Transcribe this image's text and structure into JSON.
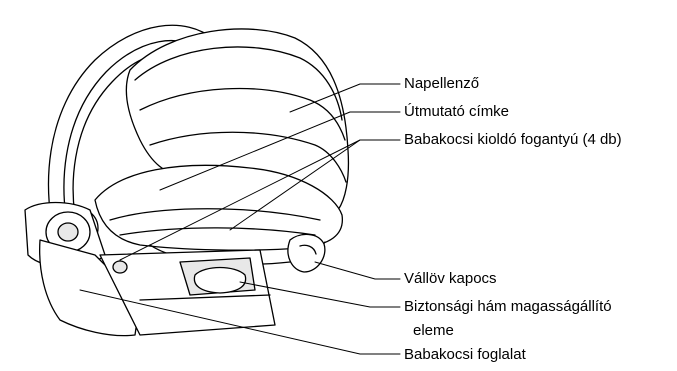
{
  "labels": {
    "sun_canopy": "Napellenző",
    "guide_label": "Útmutató címke",
    "stroller_release_handle": "Babakocsi kioldó fogantyú (4 db)",
    "shoulder_belt_clip": "Vállöv kapocs",
    "harness_height_adjuster_line1": "Biztonsági hám magasságállító",
    "harness_height_adjuster_line2": "eleme",
    "stroller_mount": "Babakocsi foglalat"
  },
  "colors": {
    "stroke": "#000000",
    "shade": "#e8e8e8",
    "background": "#ffffff"
  }
}
